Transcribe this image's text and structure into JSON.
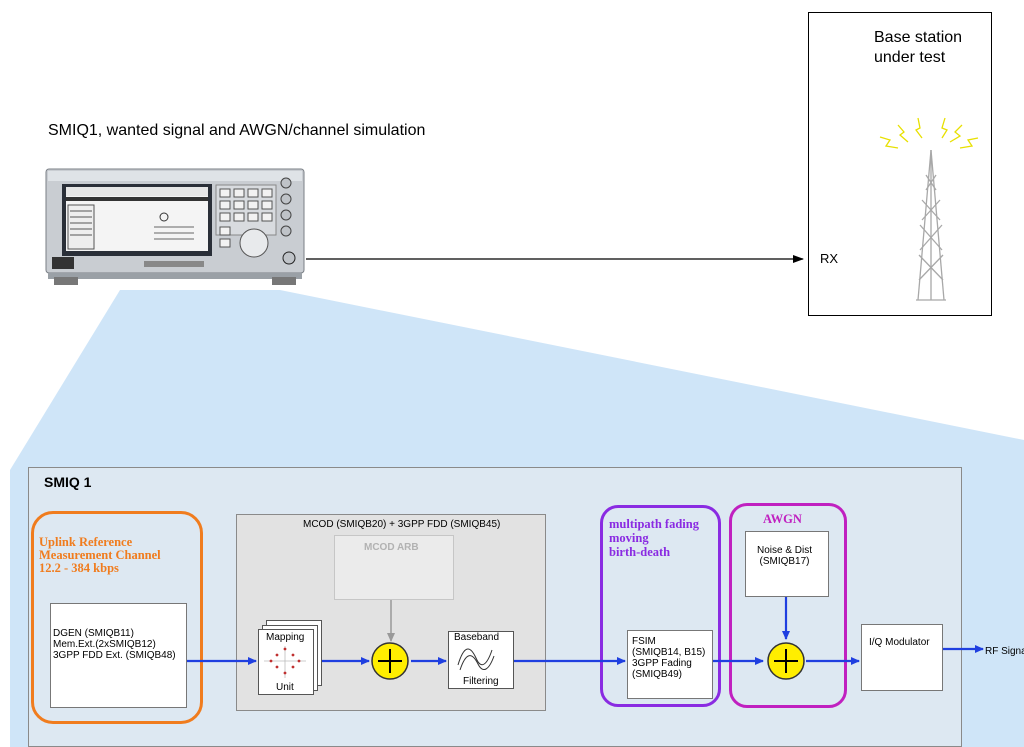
{
  "title": "SMIQ1, wanted signal and AWGN/channel simulation",
  "base_station": {
    "label_line1": "Base station",
    "label_line2": "under test",
    "rx_label": "RX"
  },
  "smiq_panel": {
    "title": "SMIQ 1",
    "uplink": {
      "line1": "Uplink Reference",
      "line2": "Measurement Channel",
      "line3": "12.2 - 384 kbps",
      "color": "#f07c1e"
    },
    "dgen_box": {
      "line1": "DGEN (SMIQB11)",
      "line2": "Mem.Ext.(2xSMIQB12)",
      "line3": "3GPP FDD Ext. (SMIQB48)"
    },
    "mcod_group": {
      "title": "MCOD (SMIQB20) + 3GPP FDD (SMIQB45)",
      "arb_label": "MCOD ARB",
      "mapping_top": "Mapping",
      "mapping_bottom": "Unit",
      "baseband_top": "Baseband",
      "baseband_bottom": "Filtering"
    },
    "fading": {
      "line1": "multipath fading",
      "line2": "moving",
      "line3": "birth-death",
      "color": "#8a2be2"
    },
    "fsim_box": {
      "line1": "FSIM",
      "line2": "(SMIQB14, B15)",
      "line3": "3GPP Fading",
      "line4": "(SMIQB49)"
    },
    "awgn": {
      "title": "AWGN",
      "color": "#c020c0",
      "noise_line1": "Noise & Dist",
      "noise_line2": "(SMIQB17)"
    },
    "iq_modulator": "I/Q Modulator",
    "rf_signal": "RF Signa"
  },
  "colors": {
    "signal_arrow": "#1f3fe0",
    "adder_fill": "#ffee00",
    "panel_bg": "#dde8f2",
    "beam": "#cfe5f8"
  }
}
